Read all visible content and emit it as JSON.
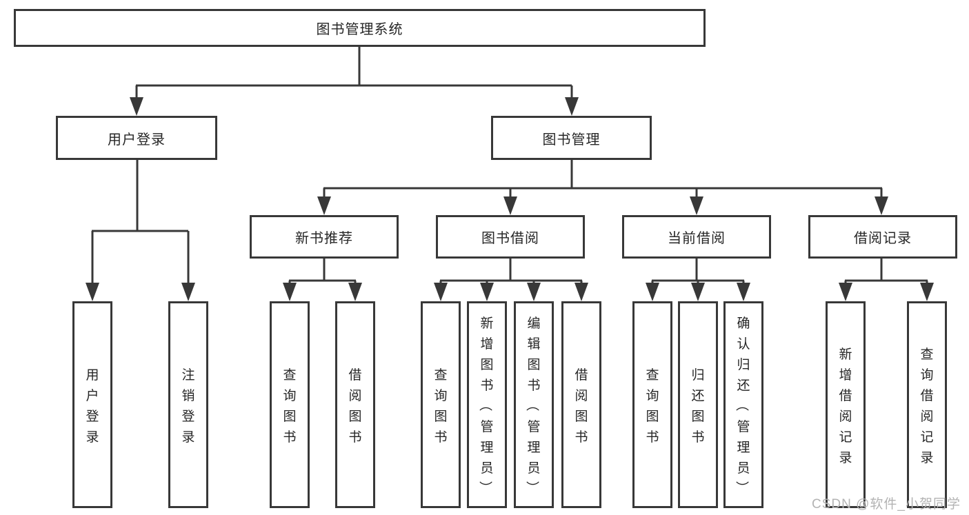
{
  "tree": {
    "label": "图书管理系统",
    "children": [
      {
        "label": "用户登录",
        "children": [
          {
            "label": "用户登录"
          },
          {
            "label": "注销登录"
          }
        ]
      },
      {
        "label": "图书管理",
        "children": [
          {
            "label": "新书推荐",
            "children": [
              {
                "label": "查询图书"
              },
              {
                "label": "借阅图书"
              }
            ]
          },
          {
            "label": "图书借阅",
            "children": [
              {
                "label": "查询图书"
              },
              {
                "label": "新增图书（管理员）"
              },
              {
                "label": "编辑图书（管理员）"
              },
              {
                "label": "借阅图书"
              }
            ]
          },
          {
            "label": "当前借阅",
            "children": [
              {
                "label": "查询图书"
              },
              {
                "label": "归还图书"
              },
              {
                "label": "确认归还（管理员）"
              }
            ]
          },
          {
            "label": "借阅记录",
            "children": [
              {
                "label": "新增借阅记录"
              },
              {
                "label": "查询借阅记录"
              }
            ]
          }
        ]
      }
    ]
  },
  "watermark": "CSDN @软件_小贺同学",
  "colors": {
    "line": "#383838",
    "text": "#262626",
    "watermark": "#b3b3b3",
    "background": "#ffffff"
  }
}
